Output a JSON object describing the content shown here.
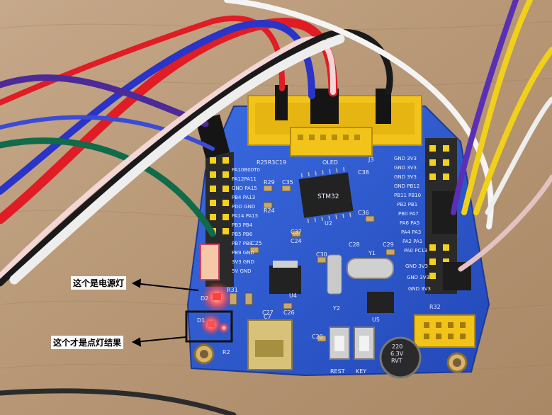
{
  "annotations": {
    "power_led_label": "这个是电源灯",
    "result_led_label": "这个才是点灯结果"
  },
  "board": {
    "silkscreen": {
      "oled": "OLED",
      "reset": "REST",
      "key": "KEY",
      "u2": "U2",
      "u4": "U4",
      "u5": "U5",
      "y1": "Y1",
      "y2": "Y2",
      "j3": "J3",
      "c30": "C30",
      "c28": "C28",
      "c29": "C29",
      "c27": "C27",
      "c26": "C26",
      "c20": "C20",
      "c37": "C37",
      "c24": "C24",
      "c25": "C25",
      "c38": "C38",
      "c36": "C36",
      "c35": "C35",
      "r29": "R29",
      "r24": "R24",
      "r31": "R31",
      "r32": "R32",
      "r2": "R2",
      "d1": "D1",
      "d2": "D2",
      "header_top": "R25R3C19",
      "left_pins": [
        "PA10B00T0",
        "PA12PA11",
        "GND PA15",
        "PB4 PA13",
        "PDD GND",
        "PA14 PA15",
        "PB3 PB4",
        "PB5 PB6",
        "PB7 PB8",
        "PB9 GND",
        "3V3 GND",
        "5V GND"
      ],
      "right_pins": [
        "GND 3V3",
        "GND 3V3",
        "GND 3V3",
        "GND PB12",
        "PB11 PB10",
        "PB2 PB1",
        "PB0 PA7",
        "PA6 PA5",
        "PA4 PA3",
        "PA2 PA1",
        "PA0 PC13",
        "GND 3V3",
        "GND 3V3",
        "GND 3V3"
      ],
      "capacitor_values": [
        "220",
        "6.3V",
        "RVT"
      ],
      "ic_marking": "STM32",
      "usb_label": "C7"
    }
  },
  "colors": {
    "pcb": "#2f5fd0",
    "header": "#f2c419",
    "wood": "#b89a78",
    "led_red": "#ff2a2a",
    "callout_box": "#111111"
  }
}
